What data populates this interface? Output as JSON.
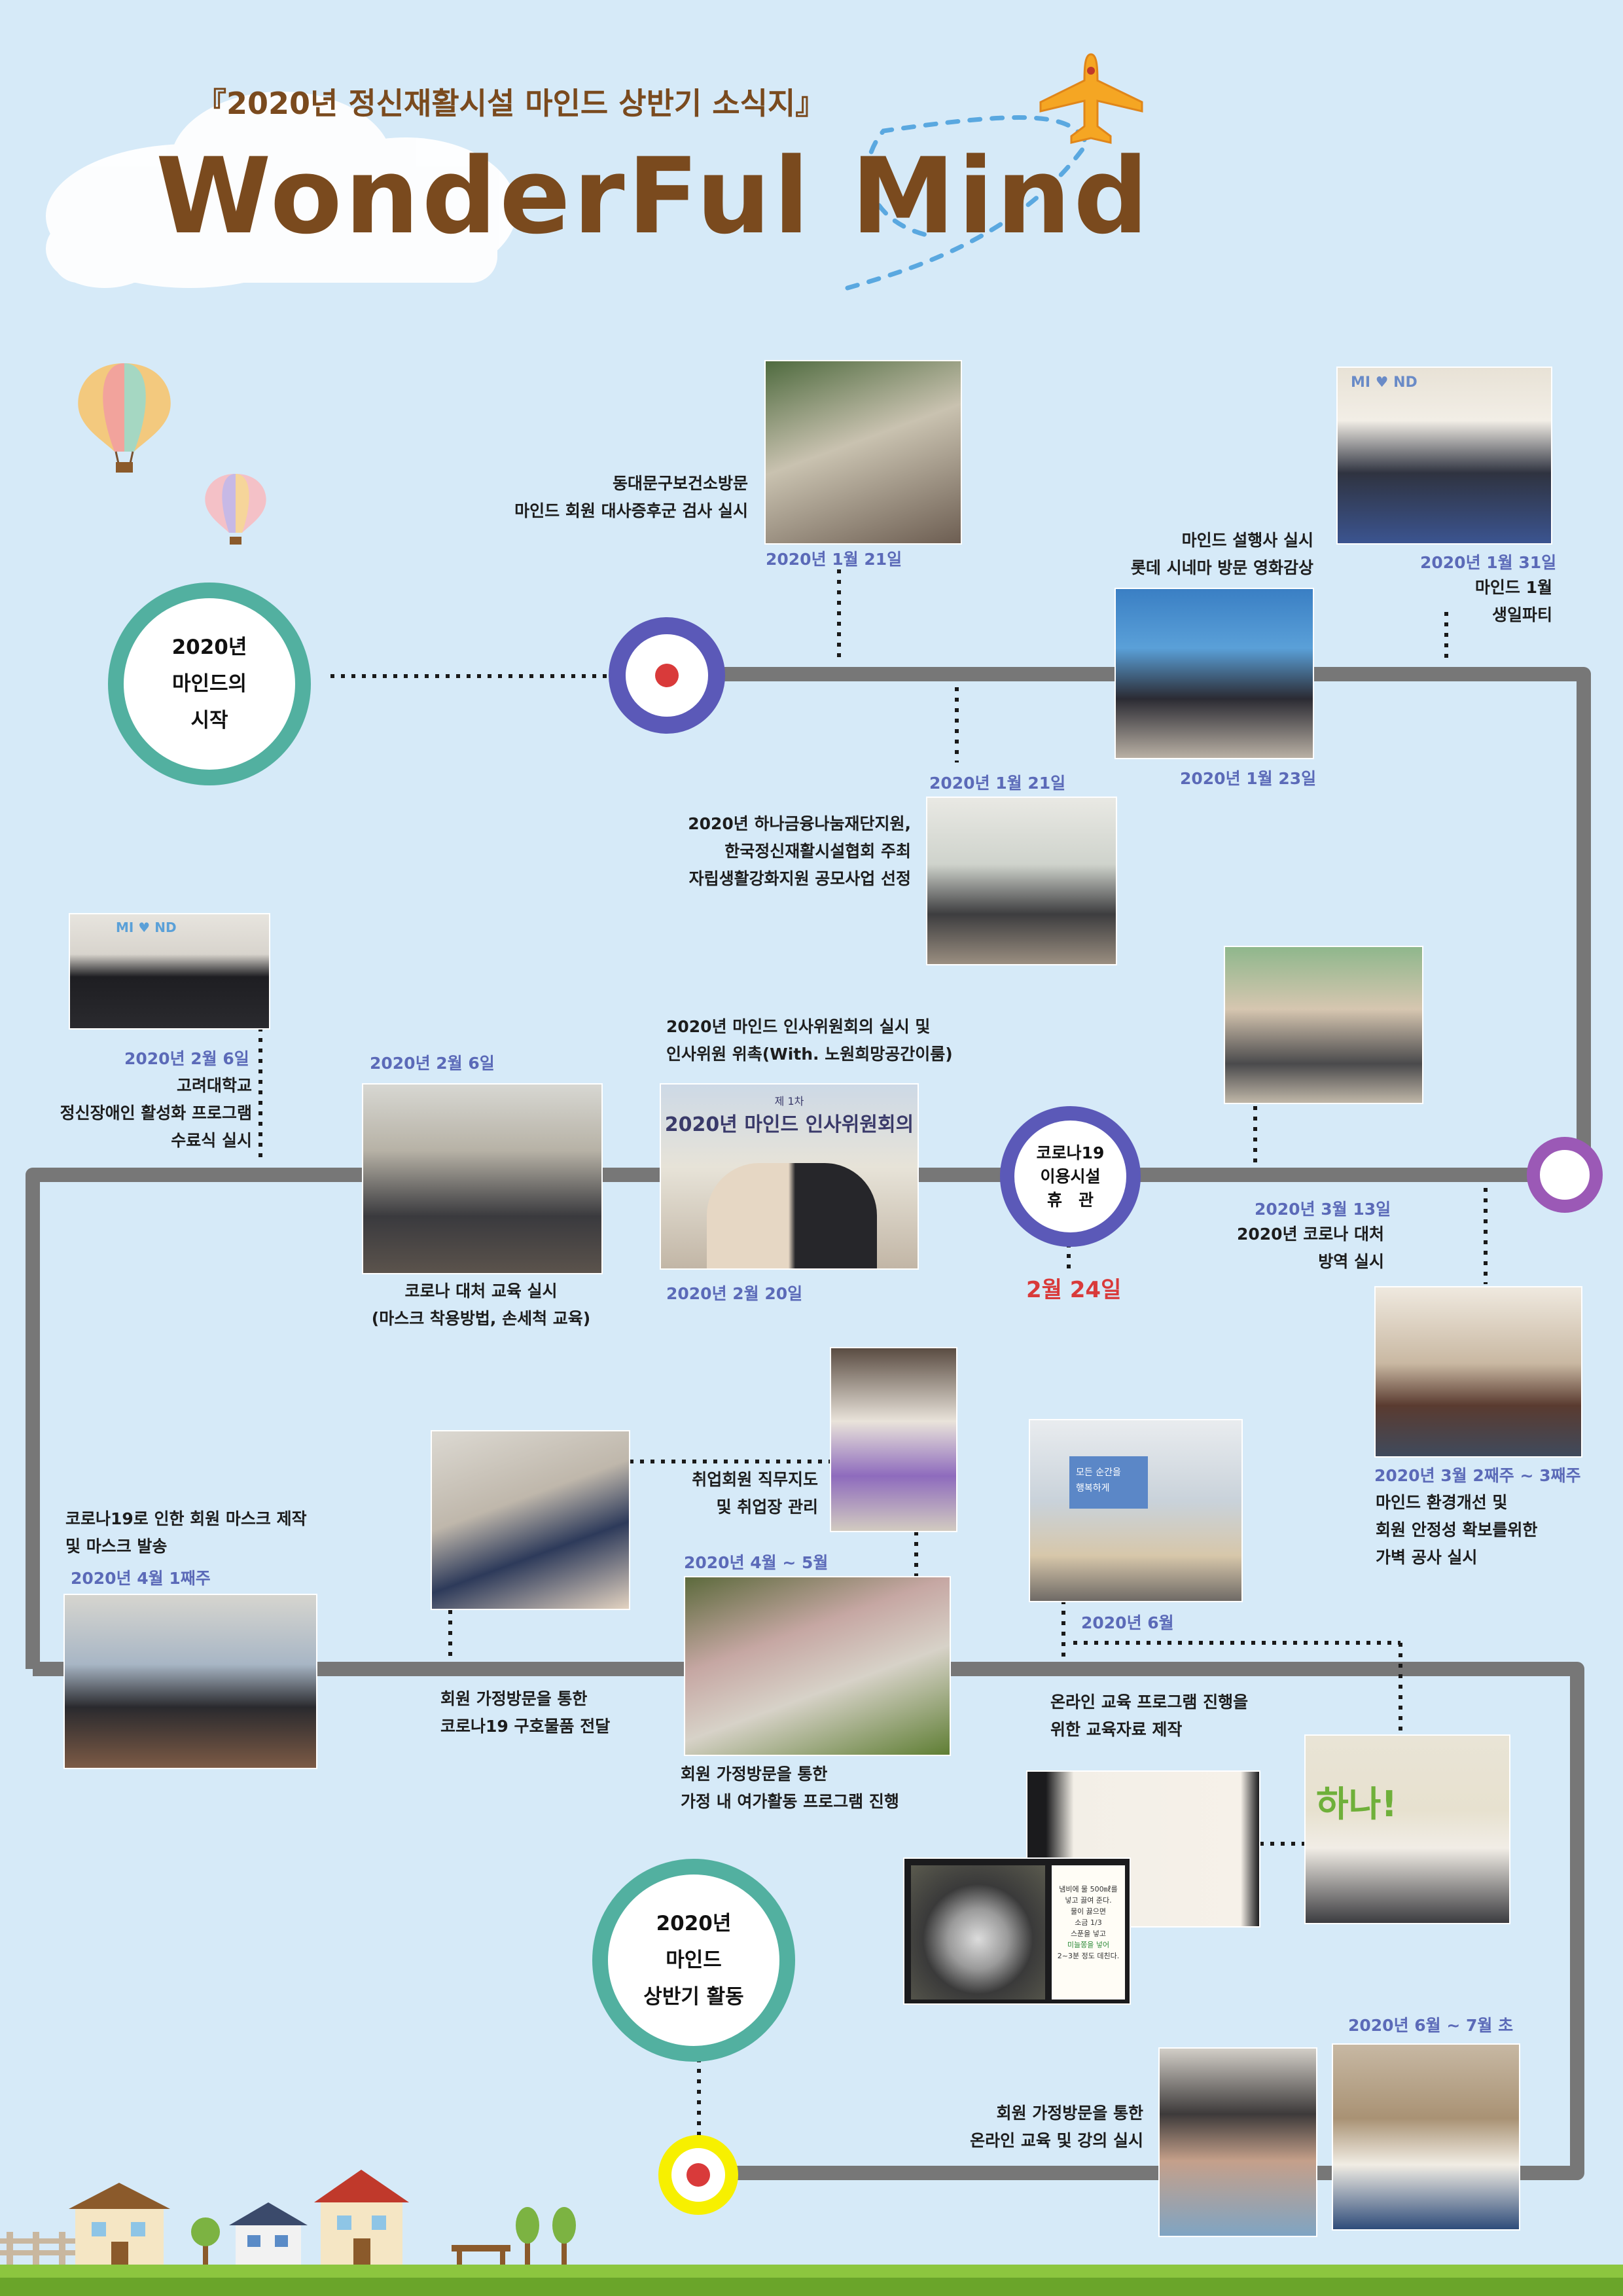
{
  "header": {
    "subtitle": "『2020년 정신재활시설 마인드 상반기 소식지』",
    "title": "WonderFul Mind"
  },
  "colors": {
    "background": "#d6eaf8",
    "title_brown": "#7a4a1e",
    "timeline_gray": "#777777",
    "teal": "#52b0a0",
    "indigo": "#5b59b8",
    "purple": "#9b59b6",
    "date_blue": "#5b6ab8",
    "highlight_red": "#d93a3a",
    "grass": "#8cc63f"
  },
  "nodes": {
    "start": [
      "2020년",
      "마인드의",
      "시작"
    ],
    "corona": [
      "코로나19",
      "이용시설",
      "휴　관"
    ],
    "corona_date": "2월 24일",
    "activity": [
      "2020년",
      "마인드",
      "상반기 활동"
    ]
  },
  "events": {
    "e1": {
      "date": "2020년 1월 21일",
      "lines": [
        "동대문구보건소방문",
        "마인드 회원 대사증후군 검사 실시"
      ]
    },
    "e2": {
      "date": "2020년 1월 21일",
      "lines": [
        "2020년 하나금융나눔재단지원,",
        "한국정신재활시설협회 주최",
        "자립생활강화지원 공모사업 선정"
      ]
    },
    "e3": {
      "date": "2020년 1월 23일",
      "lines": [
        "마인드 설행사 실시",
        "롯데 시네마 방문 영화감상"
      ]
    },
    "e4": {
      "date": "2020년 1월 31일",
      "lines": [
        "마인드 1월",
        "생일파티"
      ]
    },
    "e5": {
      "date": "2020년 2월 6일",
      "lines": [
        "고려대학교",
        "정신장애인 활성화 프로그램",
        "수료식 실시"
      ]
    },
    "e6": {
      "date": "2020년 2월 6일",
      "lines": [
        "코로나 대처 교육 실시",
        "(마스크 착용방법, 손세척 교육)"
      ]
    },
    "e7": {
      "date": "2020년 2월 20일",
      "lines": [
        "2020년 마인드 인사위원회의 실시 및",
        "인사위원 위촉(With. 노원희망공간이룸)"
      ]
    },
    "e8": {
      "date": "2020년 3월 13일",
      "lines": [
        "2020년 코로나 대처",
        "방역 실시"
      ]
    },
    "e9": {
      "date": "2020년 3월 2째주 ~ 3째주",
      "lines": [
        "마인드 환경개선 및",
        "회원 안정성 확보를위한",
        "가벽 공사 실시"
      ]
    },
    "e10": {
      "date": "2020년 4월 1째주",
      "lines": [
        "코로나19로 인한 회원 마스크 제작",
        "및 마스크 발송"
      ]
    },
    "e11": {
      "lines": [
        "회원 가정방문을 통한",
        "코로나19 구호물품 전달"
      ]
    },
    "e12": {
      "lines": [
        "취업회원 직무지도",
        "및 취업장 관리"
      ]
    },
    "e13": {
      "date": "2020년 4월 ~ 5월",
      "lines": [
        "회원 가정방문을 통한",
        "가정 내 여가활동 프로그램 진행"
      ]
    },
    "e14": {
      "date": "2020년 6월",
      "lines": [
        "온라인 교육 프로그램 진행을",
        "위한 교육자료 제작"
      ]
    },
    "e15": {
      "date": "2020년 6월 ~ 7월 초",
      "lines": [
        "회원 가정방문을 통한",
        "온라인 교육 및 강의 실시"
      ]
    }
  },
  "photo_signs": {
    "mind_sign": "MI ♥ ND",
    "meeting_banner": "2020년 마인드  인사위원회의",
    "meeting_banner_tag": "제 1차",
    "recipe_banner": "하나!",
    "recipe_card": [
      "냄비에 물 500㎖를",
      "넣고 끓여 준다.",
      "물이 끓으면",
      "소금 1/3",
      "스푼을 넣고",
      "미늘쫑을 넣어",
      "2~3분 정도 데친다."
    ],
    "screen_text": [
      "모든 순간을",
      "행복하게"
    ]
  }
}
